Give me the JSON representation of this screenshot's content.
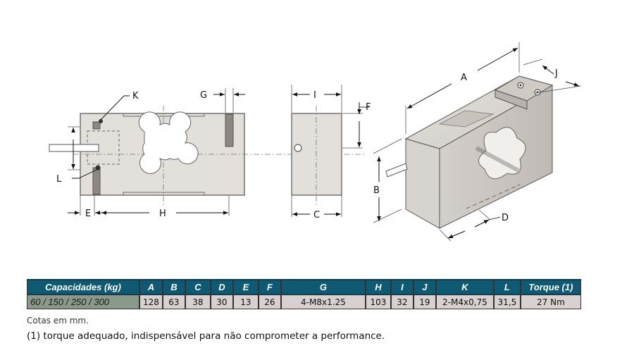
{
  "drawing": {
    "labels": {
      "K": "K",
      "G": "G",
      "I": "I",
      "F": "F",
      "J": "J",
      "A": "A",
      "L": "L",
      "E": "E",
      "H": "H",
      "C": "C",
      "B": "B",
      "D": "D"
    }
  },
  "table": {
    "headers": [
      "Capacidades (kg)",
      "A",
      "B",
      "C",
      "D",
      "E",
      "F",
      "G",
      "H",
      "I",
      "J",
      "K",
      "L",
      "Torque (1)"
    ],
    "row": [
      "60 / 150 / 250 / 300",
      "128",
      "63",
      "38",
      "30",
      "13",
      "26",
      "4-M8x1.25",
      "103",
      "32",
      "19",
      "2-M4x0,75",
      "31,5",
      "27 Nm"
    ]
  },
  "notes": {
    "units": "Cotas em mm.",
    "torque": "(1) torque adequado, indispensável para não comprometer a performance."
  }
}
